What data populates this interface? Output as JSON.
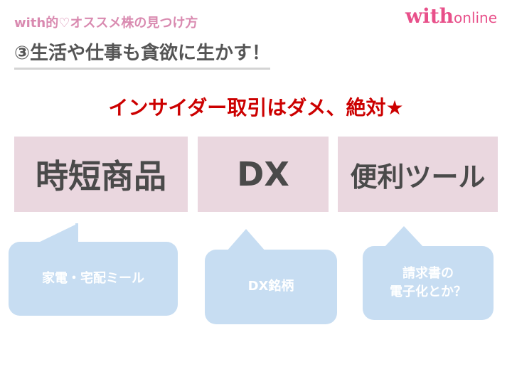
{
  "header": {
    "subtitle": "with的♡オススメ株の見つけ方",
    "logo_with": "with",
    "logo_online": "online",
    "title": "③生活や仕事も貪欲に生かす！"
  },
  "rule": "インサイダー取引はダメ、絶対★",
  "categories": [
    {
      "label": "時短商品",
      "bubble": "家電・宅配ミール"
    },
    {
      "label": "DX",
      "bubble": "DX銘柄"
    },
    {
      "label": "便利ツール",
      "bubble_line1": "請求書の",
      "bubble_line2": "電子化とか？"
    }
  ],
  "colors": {
    "category_bg": "#ead7df",
    "bubble_bg": "#c7ddf2",
    "rule_text": "#cc0000",
    "logo": "#e8508a",
    "subtitle": "#d98ab0"
  }
}
